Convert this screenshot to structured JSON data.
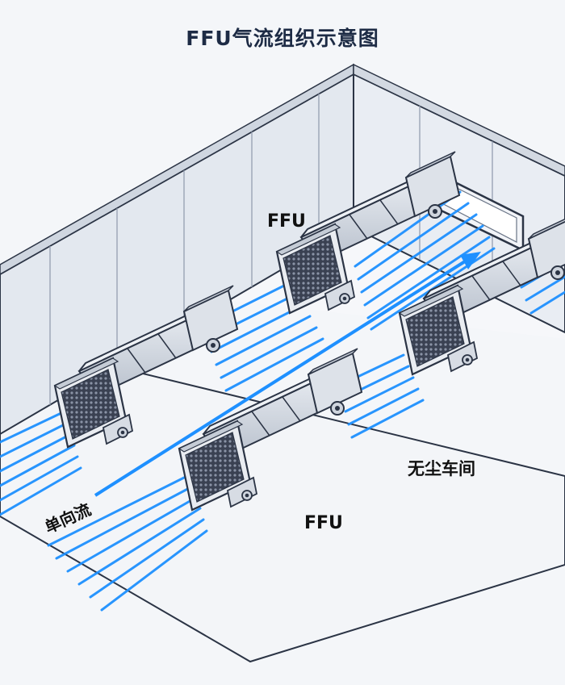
{
  "diagram": {
    "title": "FFU气流组织示意图",
    "labels": {
      "ffu_top": "FFU",
      "ffu_bottom": "FFU",
      "cleanroom": "无尘车间",
      "flow": "单向流"
    }
  },
  "colors": {
    "background": "#f4f6f9",
    "wall": "#e3e8ef",
    "outline": "#2b3445",
    "airflow": "#1e90ff",
    "unit_body": "#d4d9e1",
    "title_text": "#1d2b45"
  }
}
